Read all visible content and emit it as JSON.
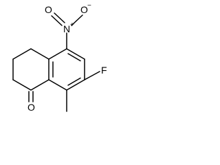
{
  "colors": {
    "background": "#ffffff",
    "ink": "#000000"
  },
  "molecule": {
    "atoms": {
      "nitro_o_top": "O",
      "nitro_o_top_charge": "−",
      "nitro_n": "N",
      "nitro_n_charge": "+",
      "nitro_o_left": "O",
      "fluorine": "F",
      "ketone_o": "O"
    }
  }
}
